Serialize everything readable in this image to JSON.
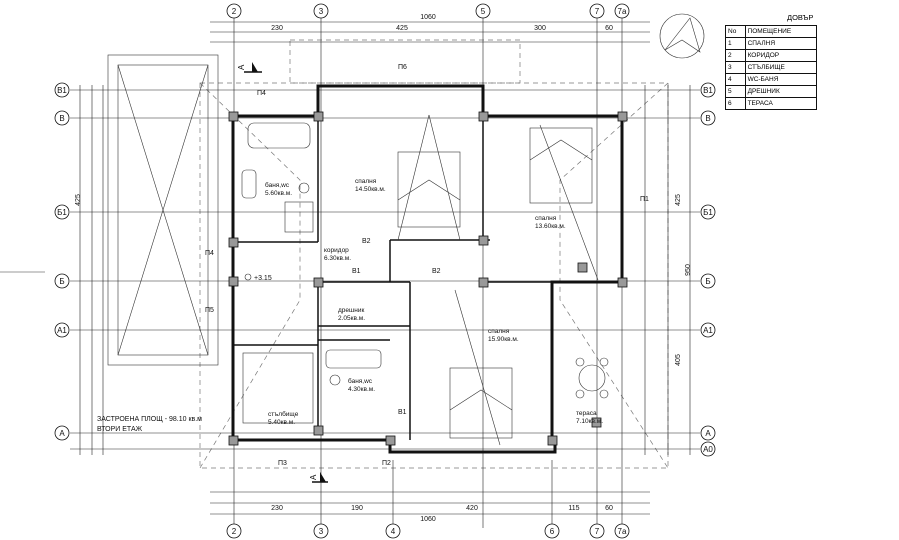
{
  "legend": {
    "title": "ДОВЪР",
    "header_no": "No",
    "header_room": "ПОМЕЩЕНИЕ",
    "rows": [
      {
        "no": "1",
        "room": "СПАЛНЯ"
      },
      {
        "no": "2",
        "room": "КОРИДОР"
      },
      {
        "no": "3",
        "room": "СТЪЛБИЩЕ"
      },
      {
        "no": "4",
        "room": "WC-БАНЯ"
      },
      {
        "no": "5",
        "room": "ДРЕШНИК"
      },
      {
        "no": "6",
        "room": "ТЕРАСА"
      }
    ]
  },
  "axes": {
    "vertical": [
      "2",
      "3",
      "4",
      "5",
      "6",
      "7",
      "7a"
    ],
    "horizontal": [
      "В1",
      "В",
      "Б1",
      "Б",
      "А1",
      "А",
      "А0"
    ]
  },
  "dims": {
    "top_total": "1060",
    "top_1": "230",
    "top_2": "425",
    "top_3": "300",
    "top_4": "60",
    "bottom_total": "1060",
    "bottom_1": "230",
    "bottom_2": "190",
    "bottom_3": "420",
    "bottom_4": "115",
    "bottom_5": "60",
    "left_total": "425",
    "right_total": "950",
    "right_1": "425",
    "right_2": "405"
  },
  "rooms": {
    "bath_top": {
      "name": "баня,wc",
      "area": "5.60кв.м."
    },
    "bed_1": {
      "name": "спалня",
      "area": "14.50кв.м."
    },
    "bed_2": {
      "name": "спалня",
      "area": "13.60кв.м."
    },
    "corridor": {
      "name": "коридор",
      "area": "6.30кв.м."
    },
    "closet": {
      "name": "дрешник",
      "area": "2.05кв.м."
    },
    "bed_3": {
      "name": "спалня",
      "area": "15.90кв.м."
    },
    "bath_bottom": {
      "name": "баня,wc",
      "area": "4.30кв.м."
    },
    "stairs": {
      "name": "стълбище",
      "area": "5.40кв.м."
    },
    "terrace": {
      "name": "тераса",
      "area": "7.10кв.м."
    }
  },
  "notes": {
    "built_area": "ЗАСТРОЕНА ПЛОЩ - 98.10 кв.м",
    "floor": "ВТОРИ ЕТАЖ",
    "level": "+3.15",
    "section": "А"
  },
  "marks": [
    "П4",
    "П5",
    "П6",
    "П1",
    "П3",
    "П2",
    "В1",
    "В2"
  ]
}
